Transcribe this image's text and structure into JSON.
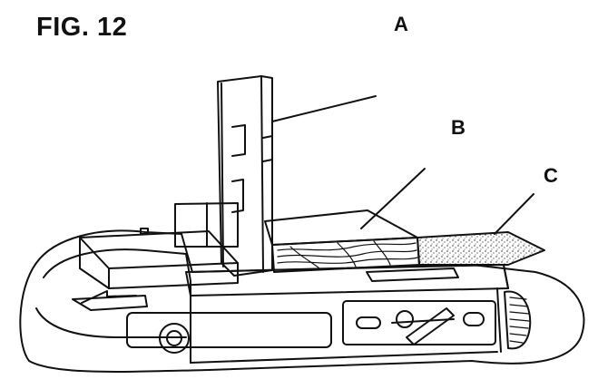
{
  "figure": {
    "title": "FIG. 12",
    "labels": {
      "a": "A",
      "b": "B",
      "c": "C"
    }
  }
}
